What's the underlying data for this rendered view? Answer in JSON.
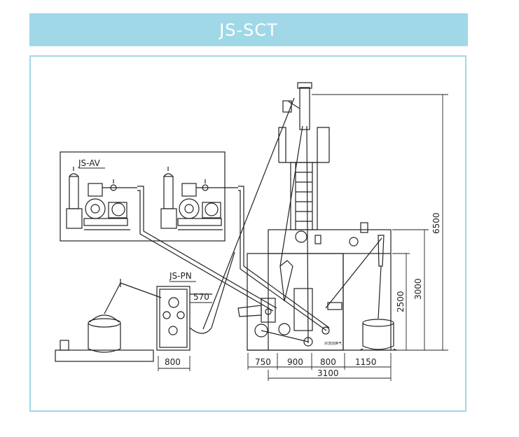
{
  "title": "JS-SCT",
  "colors": {
    "accent": "#a0d8e7",
    "line": "#222222"
  },
  "labels": {
    "av": "JS-AV",
    "pn": "JS-PN",
    "tag": "对流动换气"
  },
  "dimensions": {
    "d570": "570",
    "d800_left": "800",
    "d750": "750",
    "d900": "900",
    "d800_mid": "800",
    "d1150": "1150",
    "d3100": "3100",
    "d2500": "2500",
    "d3000": "3000",
    "d6500": "6500"
  }
}
